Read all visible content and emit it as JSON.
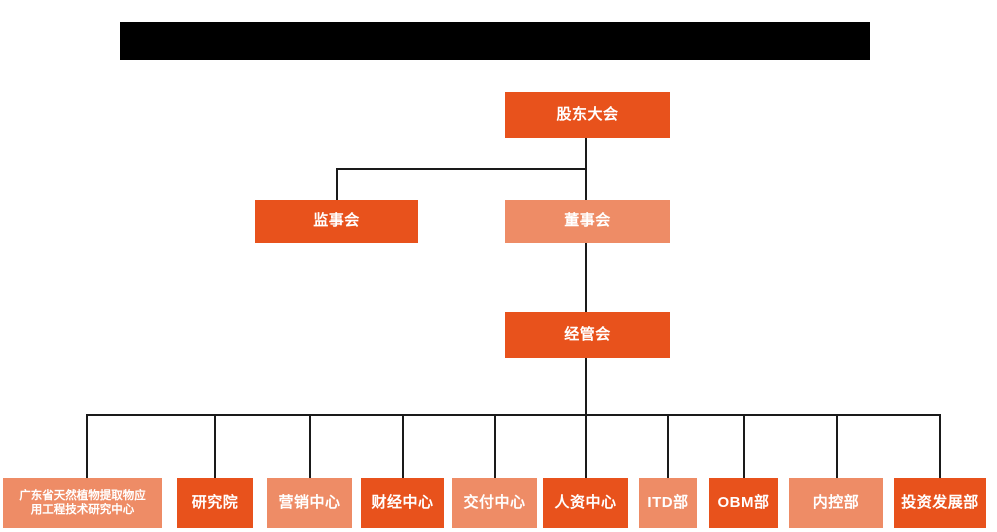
{
  "diagram": {
    "title_bar": {
      "name": "redacted-title-bar",
      "text": "",
      "color": "#000000"
    },
    "background_color": "#ffffff",
    "palette": {
      "deep_orange": "#E8521C",
      "light_orange": "#EE8C66",
      "connector": "#1a1a1a",
      "label_text": "#ffffff"
    },
    "levels": {
      "level1": [
        {
          "id": "shareholders-meeting",
          "label": "股东大会",
          "tone": "deep"
        }
      ],
      "level2": [
        {
          "id": "board-of-supervisors",
          "label": "监事会",
          "tone": "deep"
        },
        {
          "id": "board-of-directors",
          "label": "董事会",
          "tone": "light"
        }
      ],
      "level3": [
        {
          "id": "management-committee",
          "label": "经管会",
          "tone": "deep"
        }
      ],
      "level4": [
        {
          "id": "dept-research-center",
          "label": "广东省天然植物提取物应用工程技术研究中心",
          "line1": "广东省天然植物提取物应",
          "line2": "用工程技术研究中心",
          "tone": "light"
        },
        {
          "id": "dept-institute",
          "label": "研究院",
          "tone": "deep"
        },
        {
          "id": "dept-marketing-center",
          "label": "营销中心",
          "tone": "light"
        },
        {
          "id": "dept-finance-center",
          "label": "财经中心",
          "tone": "deep"
        },
        {
          "id": "dept-delivery-center",
          "label": "交付中心",
          "tone": "light"
        },
        {
          "id": "dept-hr-center",
          "label": "人资中心",
          "tone": "deep"
        },
        {
          "id": "dept-itd",
          "label": "ITD部",
          "tone": "light"
        },
        {
          "id": "dept-obm",
          "label": "OBM部",
          "tone": "deep"
        },
        {
          "id": "dept-internal-control",
          "label": "内控部",
          "tone": "light"
        },
        {
          "id": "dept-investment-development",
          "label": "投资发展部",
          "tone": "deep"
        }
      ]
    }
  }
}
